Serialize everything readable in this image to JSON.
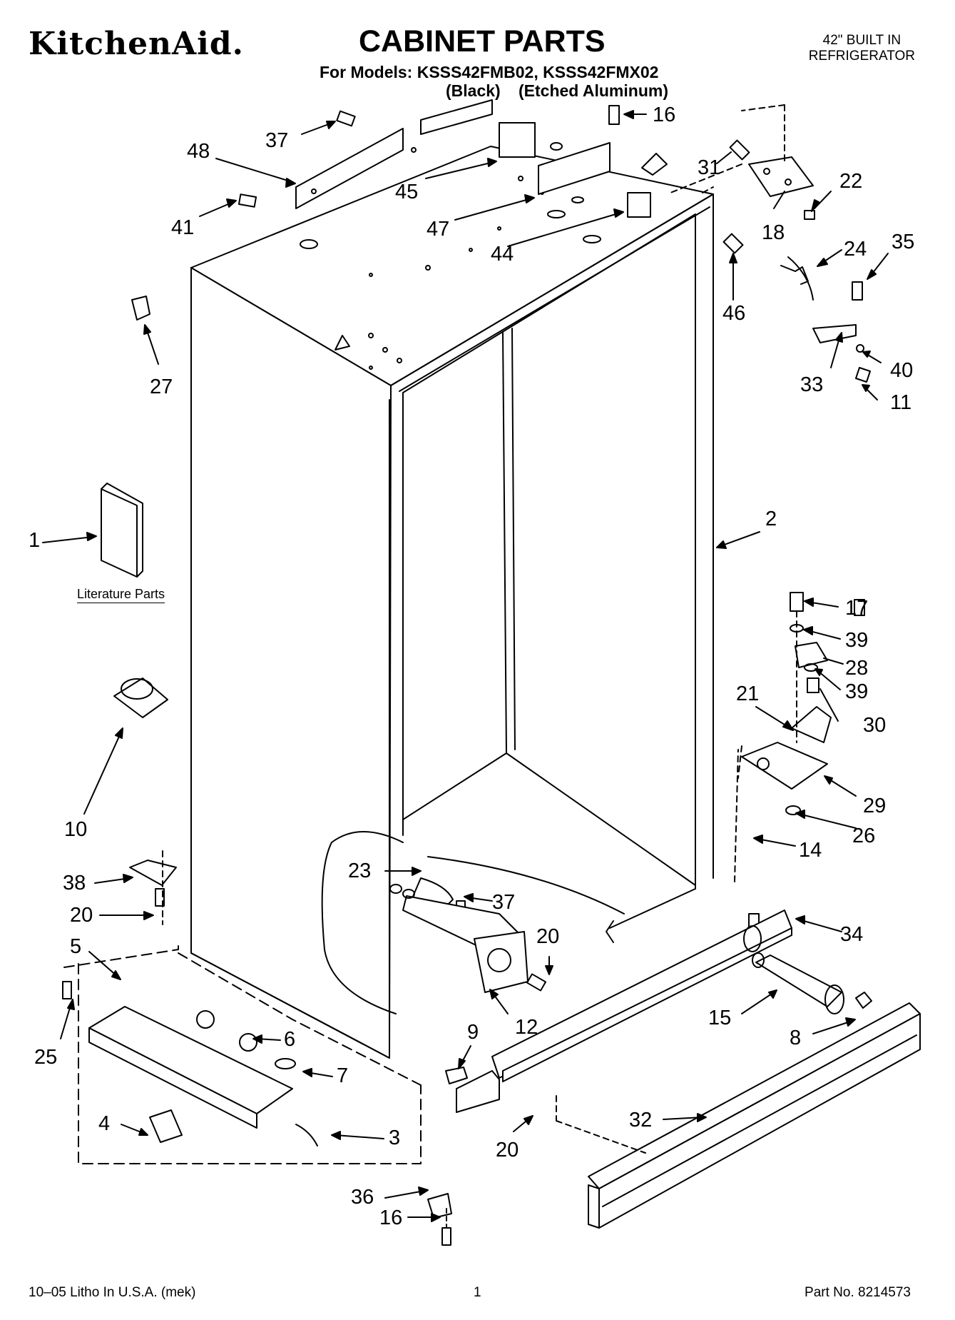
{
  "header": {
    "brand": "KitchenAid.",
    "title": "CABINET PARTS",
    "models_line": "For Models: KSSS42FMB02, KSSS42FMX02",
    "variant_black": "(Black)",
    "variant_aluminum": "(Etched Aluminum)",
    "product_line1": "42\" BUILT IN",
    "product_line2": "REFRIGERATOR"
  },
  "literature_label": "Literature Parts",
  "callouts": [
    "37",
    "16",
    "48",
    "45",
    "31",
    "22",
    "41",
    "47",
    "44",
    "18",
    "24",
    "35",
    "46",
    "27",
    "33",
    "40",
    "11",
    "1",
    "2",
    "17",
    "39",
    "28",
    "39",
    "21",
    "30",
    "10",
    "29",
    "26",
    "14",
    "38",
    "23",
    "37",
    "20",
    "20",
    "34",
    "5",
    "15",
    "25",
    "9",
    "12",
    "8",
    "6",
    "7",
    "3",
    "4",
    "32",
    "20",
    "36",
    "16"
  ],
  "footer": {
    "litho": "10–05 Litho In U.S.A. (mek)",
    "page": "1",
    "part_no": "Part No. 8214573"
  }
}
